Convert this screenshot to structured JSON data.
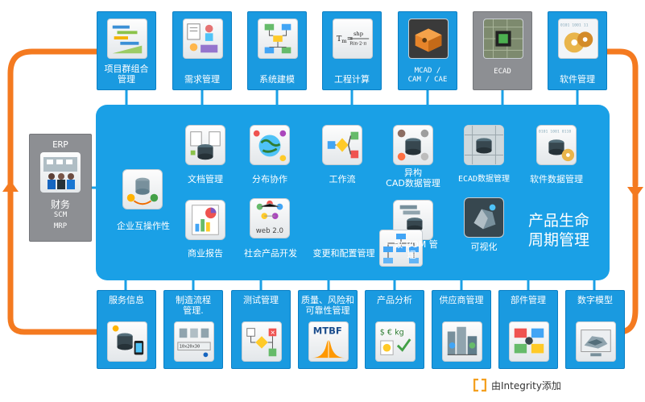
{
  "colors": {
    "loop": "#f47a20",
    "tile": "#1a9ae0",
    "hub": "#1aa0e6",
    "gray_tile": "#8d8f93",
    "connector": "#1aa0e6"
  },
  "top_row": [
    {
      "label": "项目群组合\n管理",
      "icon": "project-portfolio-icon"
    },
    {
      "label": "需求管理",
      "icon": "requirements-icon"
    },
    {
      "label": "系统建模",
      "icon": "system-modeling-icon"
    },
    {
      "label": "工程计算",
      "icon": "engineering-calc-icon",
      "formula": "shp",
      "formula2": "Rin·2·π"
    },
    {
      "label": "MCAD /\nCAM / CAE",
      "icon": "mcad-icon"
    },
    {
      "label": "ECAD",
      "icon": "ecad-chip-icon"
    },
    {
      "label": "软件管理",
      "icon": "software-discs-icon"
    }
  ],
  "hub": {
    "title": "产品生命\n周期管理",
    "items": [
      {
        "label": "企业互操作性",
        "icon": "interoperability-icon"
      },
      {
        "label": "文档管理",
        "icon": "document-db-icon"
      },
      {
        "label": "分布协作",
        "icon": "globe-network-icon"
      },
      {
        "label": "工作流",
        "icon": "workflow-icon"
      },
      {
        "label": "异构\nCAD数据管理",
        "icon": "cad-data-icon"
      },
      {
        "label": "ECAD数据管理",
        "icon": "ecad-data-icon"
      },
      {
        "label": "软件数据管理",
        "icon": "software-data-icon"
      },
      {
        "label": "商业报告",
        "icon": "business-report-icon"
      },
      {
        "label": "社会产品开发",
        "icon": "web20-icon",
        "badge": "web 2.0"
      },
      {
        "label": "变更和配置管理",
        "icon": "change-config-icon"
      },
      {
        "label": "一致 BOM 管\n理",
        "icon": "bom-icon"
      },
      {
        "label": "可视化",
        "icon": "visualization-icon"
      }
    ]
  },
  "erp": {
    "title": "ERP",
    "lines": [
      "财务",
      "SCM",
      "MRP"
    ],
    "icon": "office-people-icon"
  },
  "bottom_row": [
    {
      "label": "服务信息",
      "icon": "service-info-icon"
    },
    {
      "label": "制造流程\n管理.",
      "icon": "manufacturing-icon",
      "tag": "10x20x30"
    },
    {
      "label": "测试管理",
      "icon": "test-management-icon"
    },
    {
      "label": "质量、风险和\n可靠性管理",
      "icon": "mtbf-icon",
      "tag": "MTBF"
    },
    {
      "label": "产品分析",
      "icon": "product-analytics-icon",
      "tag": "$ € kg"
    },
    {
      "label": "供应商管理",
      "icon": "supplier-icon"
    },
    {
      "label": "部件管理",
      "icon": "parts-icon"
    },
    {
      "label": "数字模型",
      "icon": "digital-model-icon"
    }
  ],
  "footer": {
    "text": "由Integrity添加"
  }
}
